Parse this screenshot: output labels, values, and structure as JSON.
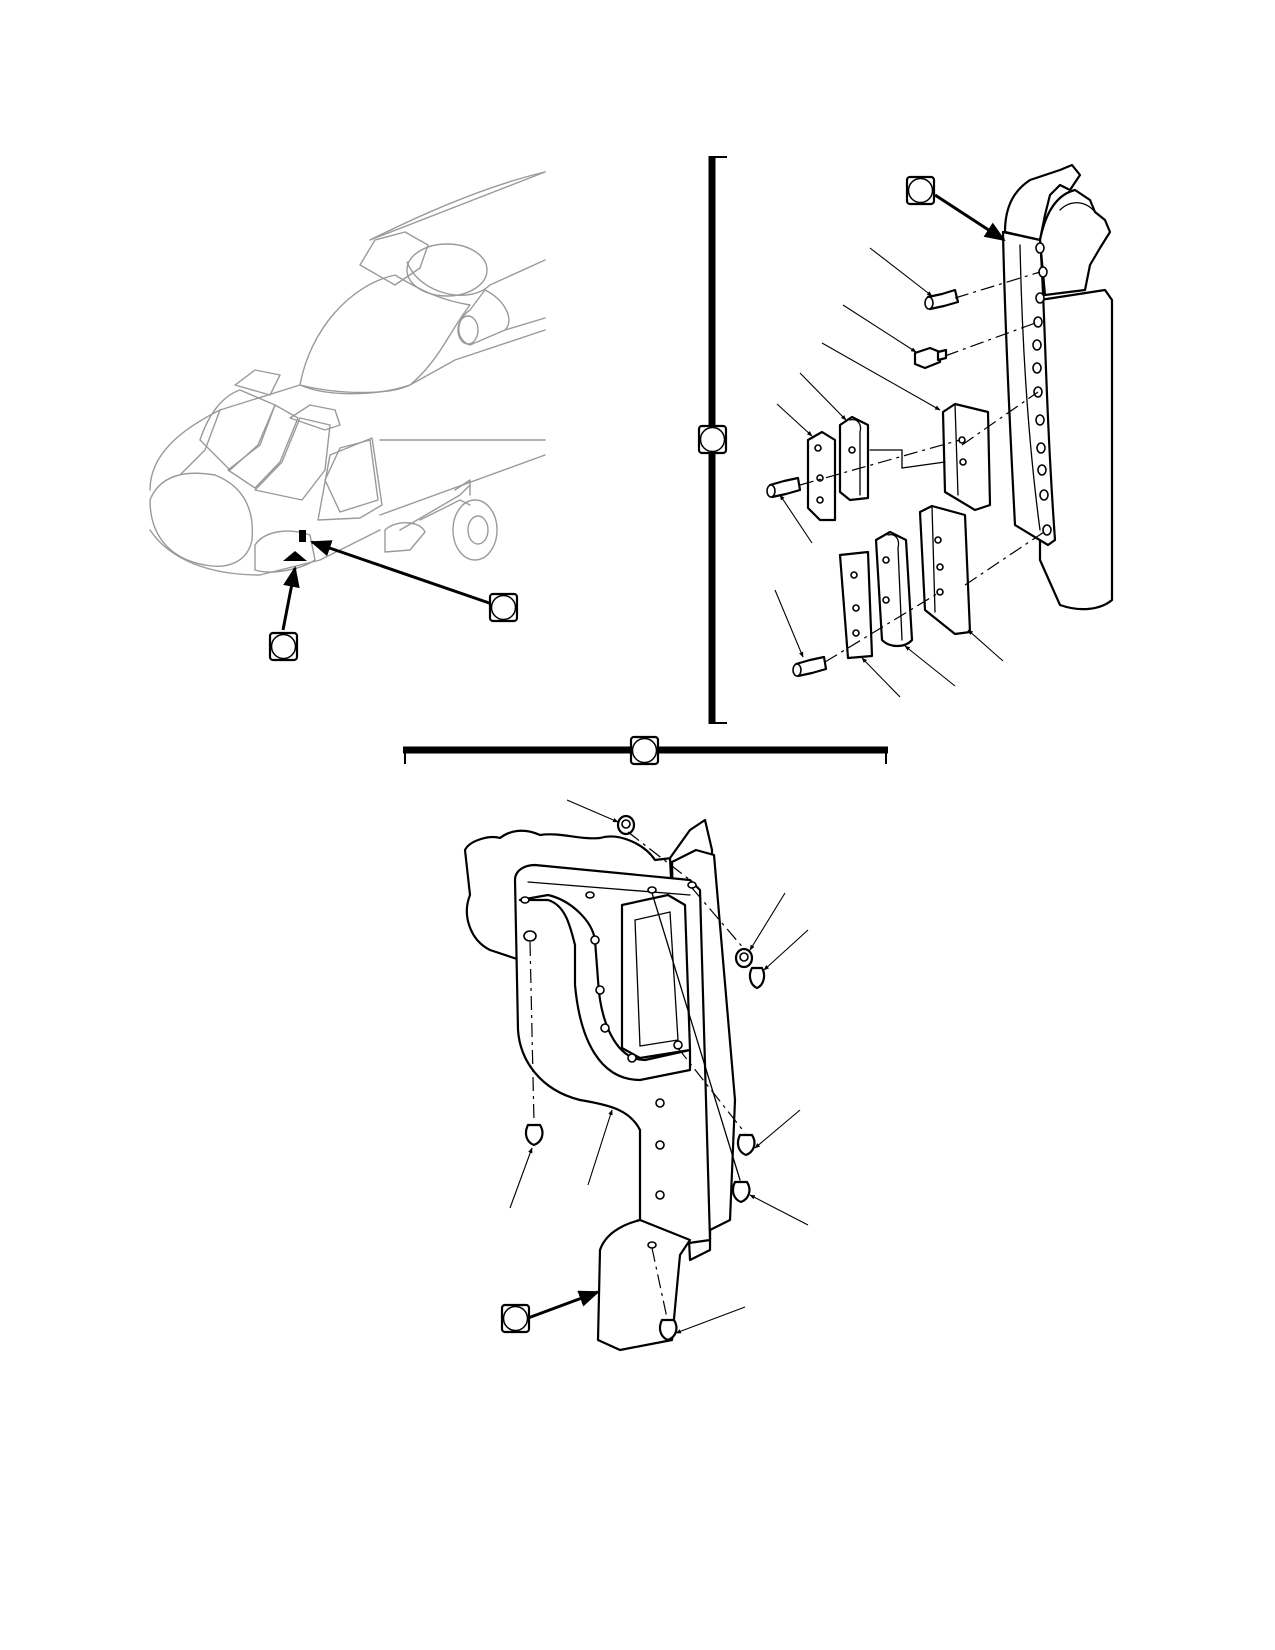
{
  "figure": {
    "views": [
      {
        "id": "locator-view",
        "subject": "helicopter-nose-locator"
      },
      {
        "id": "detail-view-upper",
        "subject": "hinge-assembly-exploded"
      },
      {
        "id": "detail-view-lower",
        "subject": "bracket-fitting-exploded"
      }
    ],
    "callout_labels": [
      "",
      "",
      "",
      "",
      "",
      ""
    ],
    "colors": {
      "line": "#000000",
      "ghost_line": "#9a9a9a",
      "background": "#ffffff"
    }
  }
}
